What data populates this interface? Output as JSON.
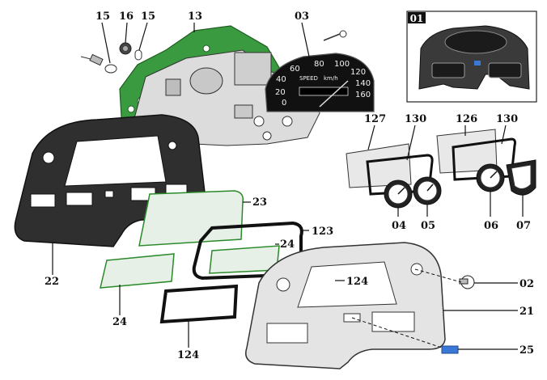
{
  "callouts": {
    "c15a": "15",
    "c16": "16",
    "c15b": "15",
    "c13": "13",
    "c03": "03",
    "c127": "127",
    "c130a": "130",
    "c126": "126",
    "c130b": "130",
    "c04": "04",
    "c05": "05",
    "c06": "06",
    "c07": "07",
    "c23": "23",
    "c123": "123",
    "c24a": "24",
    "c22": "22",
    "c124a": "124",
    "c02": "02",
    "c21": "21",
    "c24b": "24",
    "c124b": "124",
    "c25": "25"
  },
  "inset": {
    "badge": "01"
  },
  "speedometer": {
    "ticks": [
      "0",
      "20",
      "40",
      "60",
      "80",
      "100",
      "120",
      "140",
      "160"
    ],
    "caption": "SPEED",
    "unit": "km/h"
  },
  "colors": {
    "green_harness": "#3a9a3f",
    "bezel_dark": "#2f2f2f",
    "bezel_light": "#e4e4e4",
    "blue_clip": "#3a78d8",
    "lens": "#e6f0e6"
  }
}
